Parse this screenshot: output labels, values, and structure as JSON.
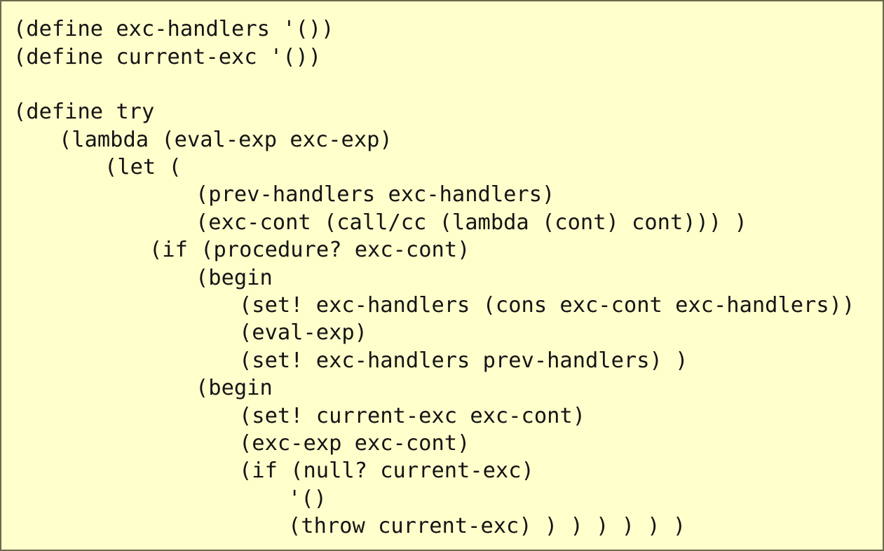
{
  "code_lines": [
    "(define exc-handlers '())",
    "(define current-exc '())",
    "(define try",
    "(lambda (eval-exp exc-exp)",
    "(let (",
    "(prev-handlers exc-handlers)",
    "(exc-cont (call/cc (lambda (cont) cont))) )",
    "(if (procedure? exc-cont)",
    "(begin",
    "(set! exc-handlers (cons exc-cont exc-handlers))",
    "(eval-exp)",
    "(set! exc-handlers prev-handlers) )",
    "(begin",
    "(set! current-exc exc-cont)",
    "(exc-exp exc-cont)",
    "(if (null? current-exc)",
    "'()",
    "(throw current-exc) ) ) ) ) ) )"
  ]
}
